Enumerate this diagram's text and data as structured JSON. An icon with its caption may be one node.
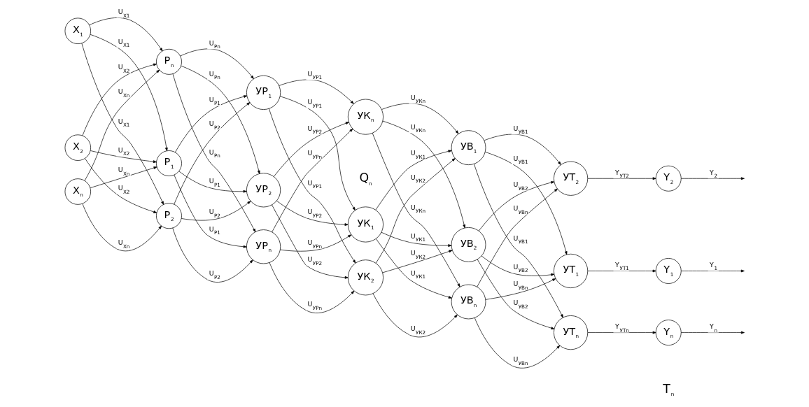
{
  "diagram": {
    "nodes": [
      {
        "text": [
          "X$_{1}$"
        ]
      },
      {
        "text": [
          "X$_{2}$"
        ]
      },
      {
        "text": [
          "X$_{n}$"
        ]
      },
      {
        "text": [
          "P$_{1}$"
        ]
      },
      {
        "text": [
          "P$_{2}$"
        ]
      },
      {
        "text": [
          "P$_{n}$"
        ]
      },
      {
        "text": [
          "УР$_{1}$"
        ]
      },
      {
        "text": [
          "УР$_{2}$"
        ]
      },
      {
        "text": [
          "УР$_{n}$"
        ]
      },
      {
        "text": [
          "УК$_{1}$"
        ]
      },
      {
        "text": [
          "УК$_{2}$"
        ]
      },
      {
        "text": [
          "УК$_{n}$"
        ]
      },
      {
        "text": [
          "УВ$_{1}$"
        ]
      },
      {
        "text": [
          "УВ$_{2}$"
        ]
      },
      {
        "text": [
          "УВ$_{n}$"
        ]
      },
      {
        "text": [
          "УТ$_{1}$"
        ]
      },
      {
        "text": [
          "УТ$_{2}$"
        ]
      },
      {
        "text": [
          "УТ$_{n}$"
        ]
      },
      {
        "text": [
          "Y$_{1}$"
        ]
      },
      {
        "text": [
          "Y$_{2}$"
        ]
      },
      {
        "text": [
          "Y$_{n}$"
        ]
      }
    ],
    "edges": [
      {
        "from": 0,
        "to": 3,
        "arrow": "to",
        "label": "U$_{X1}$"
      },
      {
        "from": 0,
        "to": 4,
        "arrow": "to",
        "label": "U$_{X1}$"
      },
      {
        "from": 0,
        "to": 5,
        "arrow": "to",
        "label": "U$_{X1}$"
      },
      {
        "from": 1,
        "to": 3,
        "arrow": "to",
        "label": "U$_{X2}$"
      },
      {
        "from": 1,
        "to": 4,
        "arrow": "to",
        "label": "U$_{X2}$"
      },
      {
        "from": 1,
        "to": 5,
        "arrow": "to",
        "label": "U$_{X2}$"
      },
      {
        "from": 2,
        "to": 3,
        "arrow": "to",
        "label": "U$_{Xn}$"
      },
      {
        "from": 2,
        "to": 4,
        "arrow": "to",
        "label": "U$_{Xn}$"
      },
      {
        "from": 2,
        "to": 5,
        "arrow": "to",
        "label": "U$_{Xn}$"
      },
      {
        "from": 3,
        "to": 6,
        "arrow": "to",
        "label": "U$_{P1}$"
      },
      {
        "from": 3,
        "to": 7,
        "arrow": "to",
        "label": "U$_{P1}$"
      },
      {
        "from": 3,
        "to": 8,
        "arrow": "to",
        "label": "U$_{P1}$"
      },
      {
        "from": 4,
        "to": 6,
        "arrow": "to",
        "label": "U$_{P2}$"
      },
      {
        "from": 4,
        "to": 7,
        "arrow": "to",
        "label": "U$_{P2}$"
      },
      {
        "from": 4,
        "to": 8,
        "arrow": "to",
        "label": "U$_{P2}$"
      },
      {
        "from": 5,
        "to": 6,
        "arrow": "to",
        "label": "U$_{Pn}$"
      },
      {
        "from": 5,
        "to": 7,
        "arrow": "to",
        "label": "U$_{Pn}$"
      },
      {
        "from": 5,
        "to": 8,
        "arrow": "to",
        "label": "U$_{Pn}$"
      },
      {
        "from": 6,
        "to": 9,
        "arrow": "to",
        "label": "U$_{УР1}$"
      },
      {
        "from": 6,
        "to": 10,
        "arrow": "to",
        "label": "U$_{УР1}$"
      },
      {
        "from": 6,
        "to": 11,
        "arrow": "to",
        "label": "U$_{УР1}$"
      },
      {
        "from": 7,
        "to": 9,
        "arrow": "to",
        "label": "U$_{УР2}$"
      },
      {
        "from": 7,
        "to": 10,
        "arrow": "to",
        "label": "U$_{УР2}$"
      },
      {
        "from": 7,
        "to": 11,
        "arrow": "to",
        "label": "U$_{УР2}$"
      },
      {
        "from": 8,
        "to": 9,
        "arrow": "to",
        "label": "U$_{УРn}$"
      },
      {
        "from": 8,
        "to": 10,
        "arrow": "to",
        "label": "U$_{УРn}$"
      },
      {
        "from": 8,
        "to": 11,
        "arrow": "to",
        "label": "U$_{УРn}$"
      },
      {
        "from": 9,
        "to": 12,
        "arrow": "to",
        "label": "U$_{УК1}$"
      },
      {
        "from": 9,
        "to": 13,
        "arrow": "to",
        "label": "U$_{УК1}$"
      },
      {
        "from": 9,
        "to": 14,
        "arrow": "to",
        "label": "U$_{УК1}$"
      },
      {
        "from": 10,
        "to": 12,
        "arrow": "to",
        "label": "U$_{УК2}$"
      },
      {
        "from": 10,
        "to": 13,
        "arrow": "to",
        "label": "U$_{УК2}$"
      },
      {
        "from": 10,
        "to": 14,
        "arrow": "to",
        "label": "U$_{УК2}$"
      },
      {
        "from": 11,
        "to": 12,
        "arrow": "to",
        "label": "U$_{УКn}$"
      },
      {
        "from": 11,
        "to": 13,
        "arrow": "to",
        "label": "U$_{УКn}$"
      },
      {
        "from": 11,
        "to": 14,
        "arrow": "to",
        "label": "U$_{УКn}$"
      },
      {
        "from": 12,
        "to": 15,
        "arrow": "to",
        "label": "U$_{УВ1}$"
      },
      {
        "from": 12,
        "to": 16,
        "arrow": "to",
        "label": "U$_{УВ1}$"
      },
      {
        "from": 12,
        "to": 17,
        "arrow": "to",
        "label": "U$_{УВ1}$"
      },
      {
        "from": 13,
        "to": 15,
        "arrow": "to",
        "label": "U$_{УВ2}$"
      },
      {
        "from": 13,
        "to": 16,
        "arrow": "to",
        "label": "U$_{УВ2}$"
      },
      {
        "from": 13,
        "to": 17,
        "arrow": "to",
        "label": "U$_{УВ2}$"
      },
      {
        "from": 14,
        "to": 15,
        "arrow": "to",
        "label": "U$_{УВn}$"
      },
      {
        "from": 14,
        "to": 16,
        "arrow": "to",
        "label": "U$_{УВn}$"
      },
      {
        "from": 14,
        "to": 17,
        "arrow": "to",
        "label": "U$_{УВn}$"
      },
      {
        "from": 15,
        "to": 18,
        "arrow": "to",
        "label": "Y$_{УТ1}$"
      },
      {
        "from": 16,
        "to": 19,
        "arrow": "to",
        "label": "Y$_{УТ2}$"
      },
      {
        "from": 17,
        "to": 20,
        "arrow": "to",
        "label": "Y$_{УТn}$"
      },
      {
        "from": 18,
        "to": null,
        "arrow": "to",
        "label": "Y$_{1}$"
      },
      {
        "from": 19,
        "to": null,
        "arrow": "to",
        "label": "Y$_{2}$"
      },
      {
        "from": 20,
        "to": null,
        "arrow": "to",
        "label": "Y$_{n}$"
      }
    ],
    "labels": [
      "Q$_{n}$",
      "T$_{n}$"
    ]
  }
}
